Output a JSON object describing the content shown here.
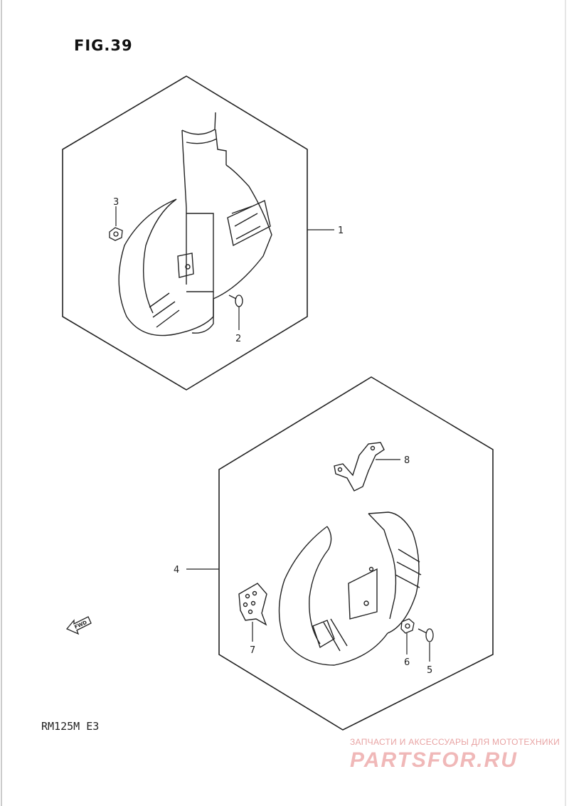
{
  "figure": {
    "title": "FIG.39"
  },
  "model_code": "RM125M  E3",
  "watermark": {
    "subtitle": "ЗАПЧАСТИ И АКСЕССУАРЫ ДЛЯ МОТОТЕХНИКИ",
    "brand": "PARTSFOR.RU"
  },
  "direction_badge": "FWD",
  "callouts": [
    "1",
    "2",
    "3",
    "4",
    "5",
    "6",
    "7",
    "8"
  ],
  "colors": {
    "line": "#222222",
    "watermark": "#f0b8b8"
  }
}
